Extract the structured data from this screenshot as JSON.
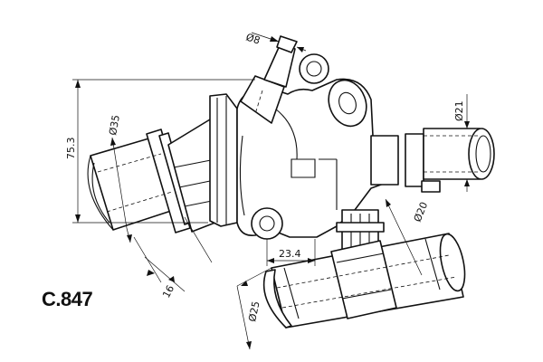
{
  "product": {
    "code": "C.847"
  },
  "dimensions": {
    "small_hose_diameter": "Ø8",
    "outlet_diameter": "Ø21",
    "inlet_diameter": "Ø35",
    "height": "75.3",
    "inlet_offset": "16",
    "bottom_pipe_inner_diameter": "Ø20",
    "bottom_pipe_outer_diameter": "Ø25",
    "mount_distance": "23.4"
  }
}
